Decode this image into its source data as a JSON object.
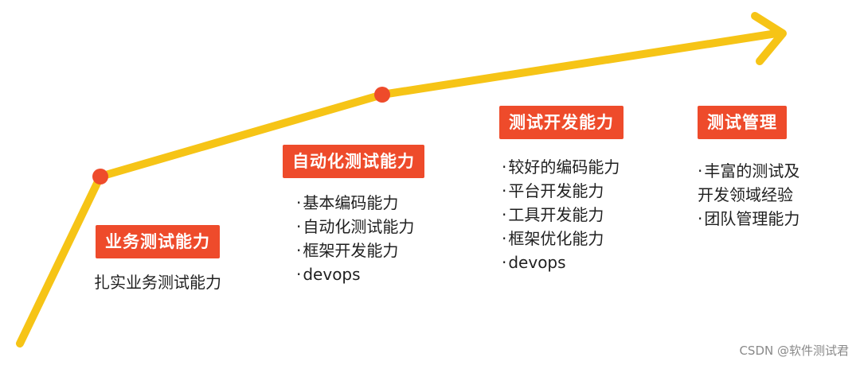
{
  "colors": {
    "curve": "#F6C416",
    "node": "#EE4B2B",
    "label_bg": "#EE4B2B",
    "label_text": "#FFFFFF",
    "body_text": "#1F1F1F"
  },
  "stages": [
    {
      "title": "业务测试能力",
      "items": [
        "扎实业务测试能力"
      ]
    },
    {
      "title": "自动化测试能力",
      "items": [
        "基本编码能力",
        "自动化测试能力",
        "框架开发能力",
        "devops"
      ]
    },
    {
      "title": "测试开发能力",
      "items": [
        "较好的编码能力",
        "平台开发能力",
        "工具开发能力",
        "框架优化能力",
        "devops"
      ]
    },
    {
      "title": "测试管理",
      "items": [
        "丰富的测试及",
        "开发领域经验",
        "团队管理能力"
      ]
    }
  ],
  "watermark": "CSDN @软件测试君"
}
